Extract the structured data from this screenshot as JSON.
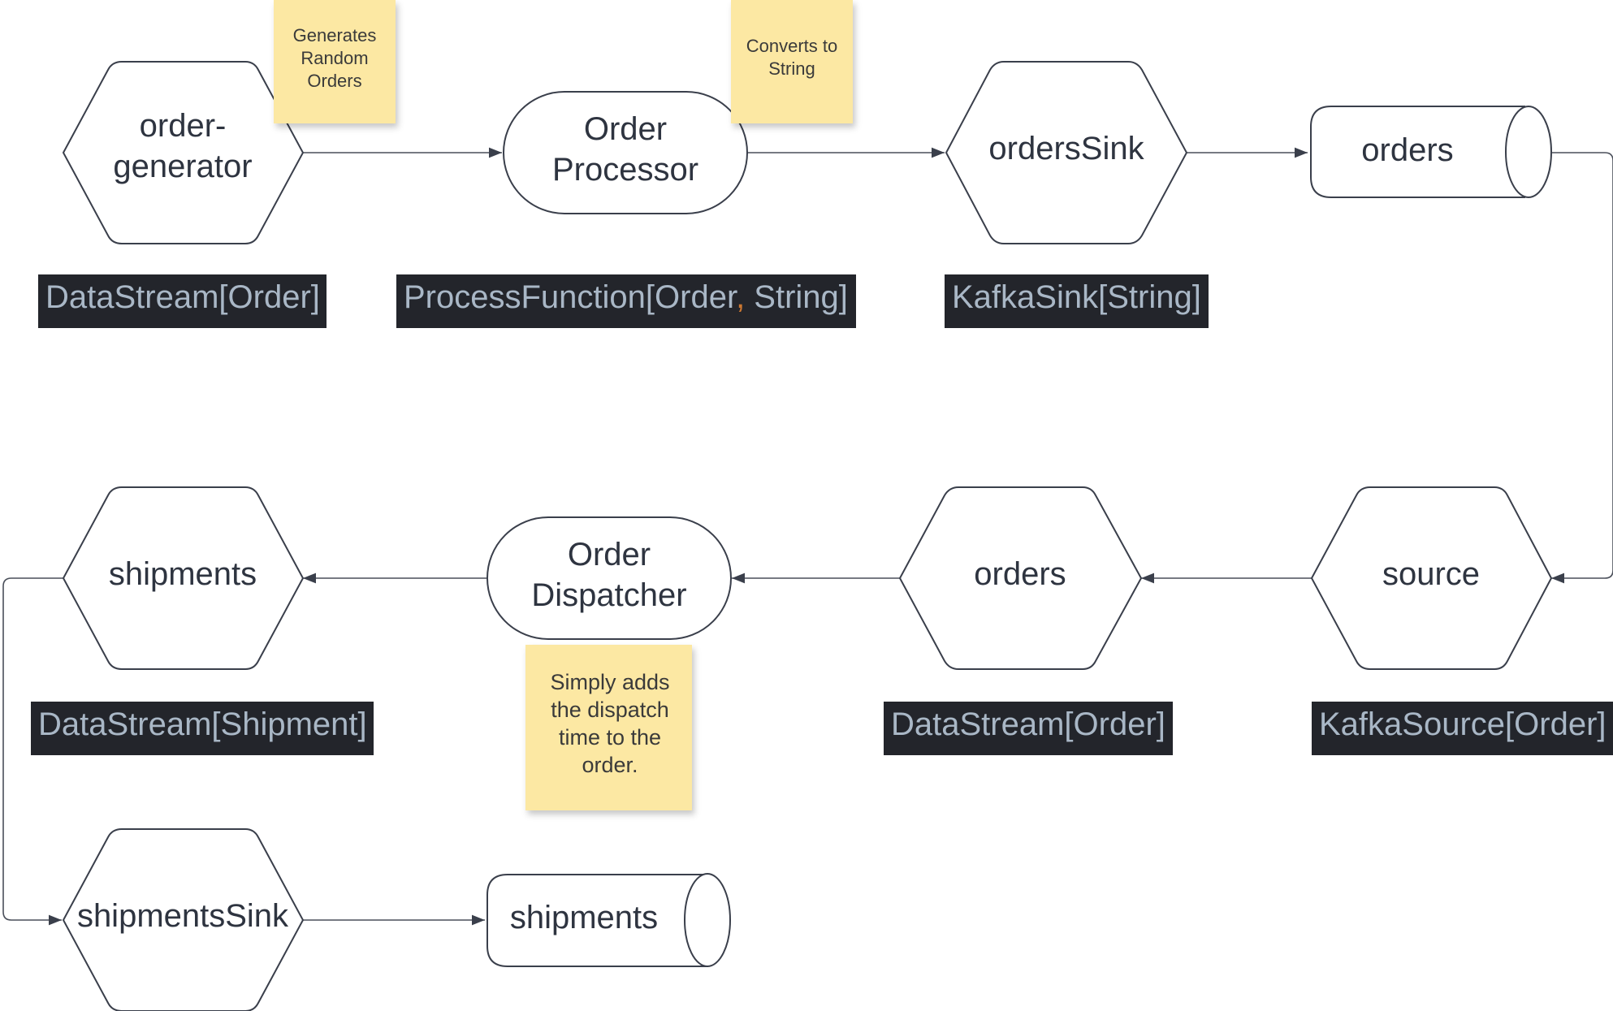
{
  "nodes": {
    "order_generator": {
      "lines": [
        "order-",
        "generator"
      ]
    },
    "order_processor": {
      "lines": [
        "Order",
        "Processor"
      ]
    },
    "orders_sink": {
      "lines": [
        "ordersSink"
      ]
    },
    "orders_topic": {
      "lines": [
        "orders"
      ]
    },
    "source": {
      "lines": [
        "source"
      ]
    },
    "orders_stream": {
      "lines": [
        "orders"
      ]
    },
    "order_dispatcher": {
      "lines": [
        "Order",
        "Dispatcher"
      ]
    },
    "shipments_stream": {
      "lines": [
        "shipments"
      ]
    },
    "shipments_sink": {
      "lines": [
        "shipmentsSink"
      ]
    },
    "shipments_topic": {
      "lines": [
        "shipments"
      ]
    }
  },
  "notes": {
    "generates": {
      "lines": [
        "Generates",
        "Random",
        "Orders"
      ]
    },
    "converts": {
      "lines": [
        "Converts to",
        "String"
      ]
    },
    "dispatch": {
      "lines": [
        "Simply adds",
        "the dispatch",
        "time to the",
        "order."
      ]
    }
  },
  "types": {
    "generator_type": {
      "text": "DataStream[Order]"
    },
    "processor_type": {
      "parts": [
        "ProcessFunction[Order",
        ",",
        " String]"
      ]
    },
    "sink_type": {
      "text": "KafkaSink[String]"
    },
    "source_type": {
      "text": "KafkaSource[Order]"
    },
    "orders_stream_type": {
      "text": "DataStream[Order]"
    },
    "shipments_stream_type": {
      "text": "DataStream[Shipment]"
    }
  },
  "colors": {
    "sticky_note": "#fce8a3",
    "type_box_bg": "#23252b",
    "type_text": "#a9b7c6",
    "type_punctuation": "#cc7832",
    "shape_stroke": "#3a3f4b"
  }
}
